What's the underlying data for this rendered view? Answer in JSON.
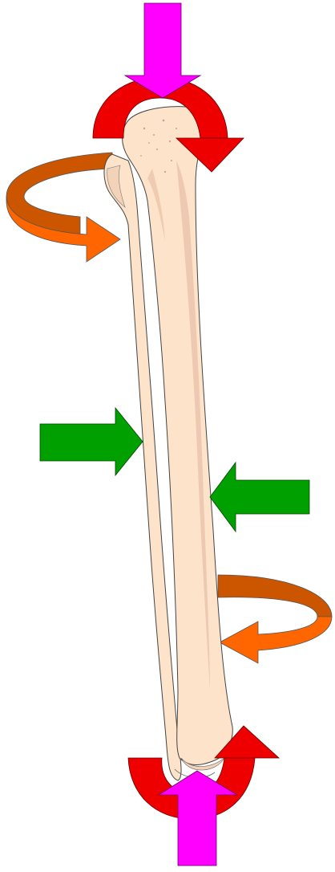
{
  "diagram": {
    "subject": "tibia-and-fibula",
    "forces": [
      {
        "id": "axial-compression-top",
        "kind": "axial-compression",
        "color": "#ff00ff"
      },
      {
        "id": "axial-compression-bottom",
        "kind": "axial-compression",
        "color": "#ff00ff"
      },
      {
        "id": "torsion-top",
        "kind": "torsion",
        "color": "#ee0000"
      },
      {
        "id": "torsion-bottom",
        "kind": "torsion",
        "color": "#ee0000"
      },
      {
        "id": "bending-left",
        "kind": "bending",
        "color": "#00a000"
      },
      {
        "id": "bending-right",
        "kind": "bending",
        "color": "#00a000"
      },
      {
        "id": "rotation-upper",
        "kind": "rotation",
        "color": "#ff6600"
      },
      {
        "id": "rotation-lower",
        "kind": "rotation",
        "color": "#ff6600"
      }
    ],
    "colors": {
      "bone": "#fde3c9",
      "bone_shade": "#e8c0a8",
      "outline": "#444444",
      "magenta": "#ff00ff",
      "red": "#ee0000",
      "green": "#00a000",
      "orange_light": "#ff6600",
      "orange_dark": "#cc5500"
    }
  }
}
